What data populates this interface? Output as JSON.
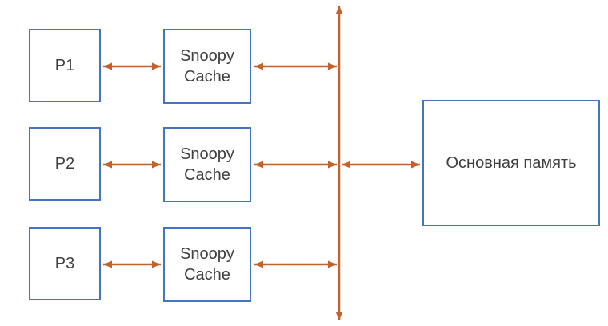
{
  "diagram": {
    "description": "Snoopy cache coherence diagram: three processors with snoopy caches on a shared bus connected to main memory",
    "processors": [
      {
        "label": "P1"
      },
      {
        "label": "P2"
      },
      {
        "label": "P3"
      }
    ],
    "caches": [
      {
        "label": "Snoopy Cache"
      },
      {
        "label": "Snoopy Cache"
      },
      {
        "label": "Snoopy Cache"
      }
    ],
    "memory": {
      "label": "Основная память"
    },
    "colors": {
      "box_border": "#4472C4",
      "arrow": "#C2612B",
      "text": "#3F3F3F",
      "background": "#FFFFFF"
    }
  }
}
